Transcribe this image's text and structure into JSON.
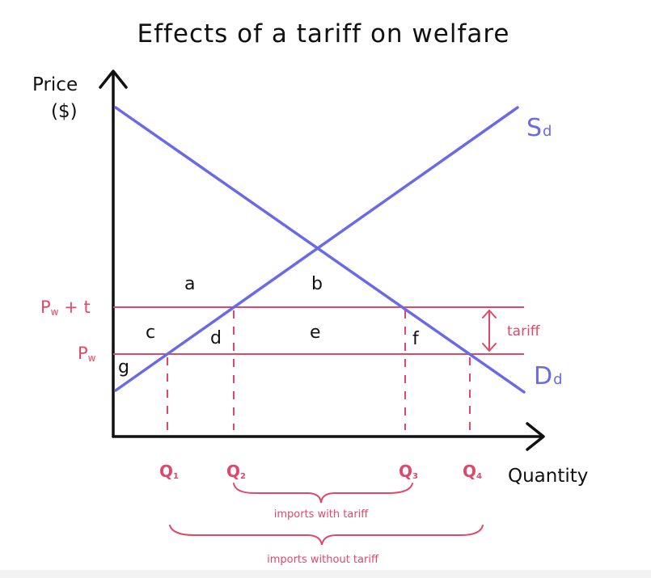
{
  "title": "Effects of a tariff on welfare",
  "axes": {
    "y_label_line1": "Price",
    "y_label_line2": "($)",
    "x_label": "Quantity"
  },
  "curves": {
    "supply": {
      "main": "S",
      "sub": "d"
    },
    "demand": {
      "main": "D",
      "sub": "d"
    }
  },
  "price_levels": {
    "pw_plus_t": {
      "main": "P",
      "sub": "w",
      "suffix": " + t"
    },
    "pw": {
      "main": "P",
      "sub": "w"
    }
  },
  "areas": [
    "a",
    "b",
    "c",
    "d",
    "e",
    "f",
    "g"
  ],
  "quantities": [
    {
      "main": "Q",
      "sub": "1"
    },
    {
      "main": "Q",
      "sub": "2"
    },
    {
      "main": "Q",
      "sub": "3"
    },
    {
      "main": "Q",
      "sub": "4"
    }
  ],
  "annotations": {
    "tariff": "tariff",
    "imports_with_tariff": "imports with tariff",
    "imports_without_tariff": "imports without tariff"
  },
  "colors": {
    "curve": "#6a6ae6",
    "price_line": "#e0486a",
    "axis": "#111111"
  }
}
